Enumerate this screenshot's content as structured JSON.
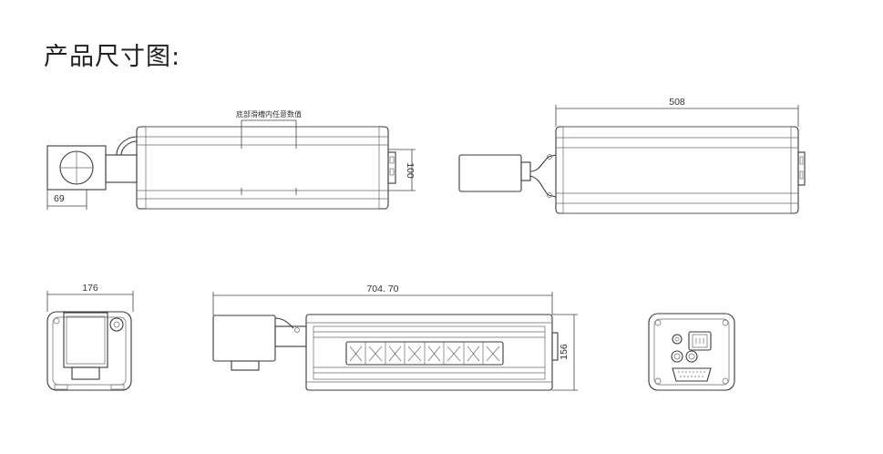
{
  "title": "产品尺寸图:",
  "views": {
    "top_left": {
      "note": "底部滑槽内任意数值",
      "dim_width": "69",
      "dim_height": "100"
    },
    "top_right": {
      "dim_length": "508"
    },
    "end_view": {
      "dim_width": "176"
    },
    "side_view": {
      "dim_length": "704. 70",
      "dim_height": "156"
    },
    "connector_view": {}
  }
}
